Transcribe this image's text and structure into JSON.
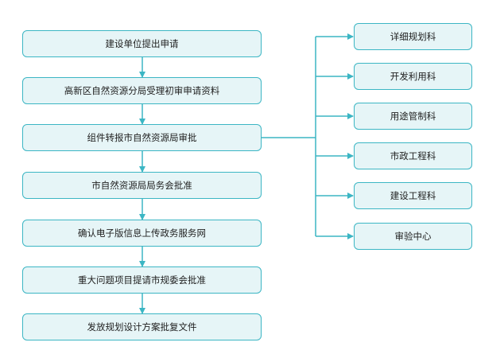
{
  "colors": {
    "stroke": "#3cb6c4",
    "fill": "#e6f5f7",
    "text": "#222222"
  },
  "main_steps": [
    {
      "label": "建设单位提出申请"
    },
    {
      "label": "高新区自然资源分局受理初审申请资料"
    },
    {
      "label": "组件转报市自然资源局审批"
    },
    {
      "label": "市自然资源局局务会批准"
    },
    {
      "label": "确认电子版信息上传政务服务网"
    },
    {
      "label": "重大问题项目提请市规委会批准"
    },
    {
      "label": "发放规划设计方案批复文件"
    }
  ],
  "review_departments": [
    {
      "label": "详细规划科"
    },
    {
      "label": "开发利用科"
    },
    {
      "label": "用途管制科"
    },
    {
      "label": "市政工程科"
    },
    {
      "label": "建设工程科"
    },
    {
      "label": "审验中心"
    }
  ]
}
